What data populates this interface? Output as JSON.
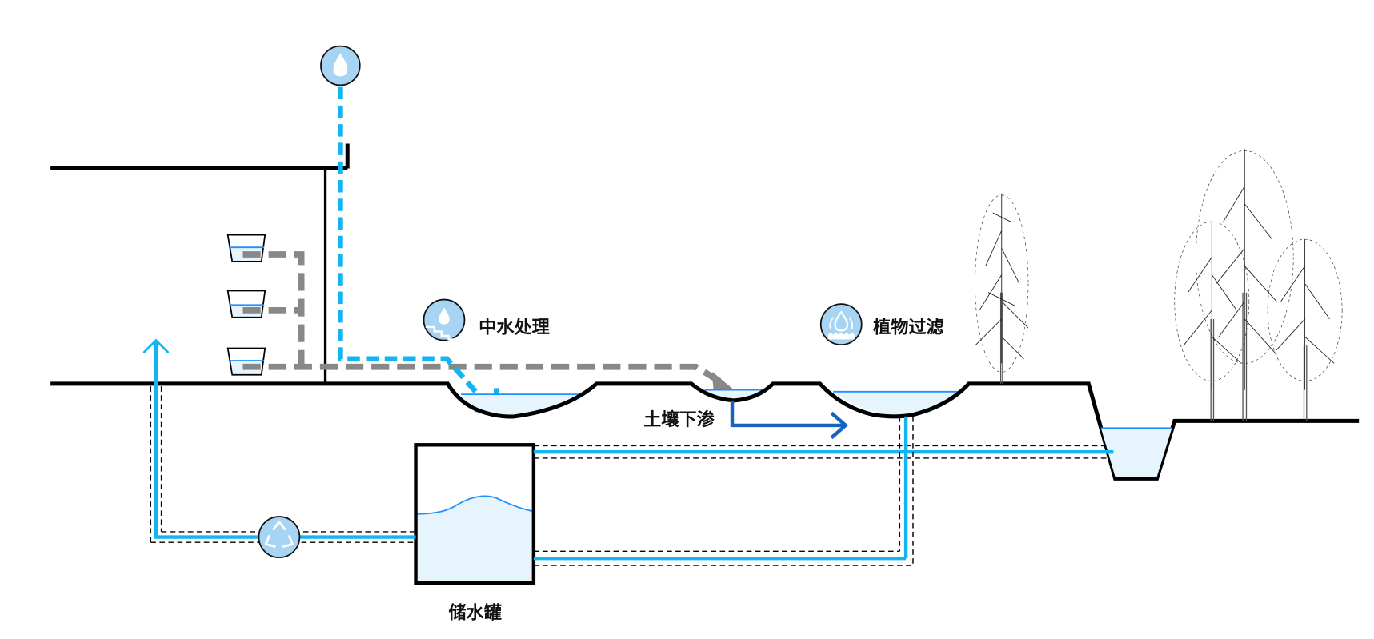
{
  "diagram": {
    "type": "rainwater-management-section",
    "labels": {
      "greywater_treatment": "中水处理",
      "plant_filtration": "植物过滤",
      "soil_infiltration": "土壤下渗",
      "storage_tank": "储水罐"
    },
    "icons": {
      "rain_source": "water-drop-icon",
      "greywater": "water-drop-stairs-icon",
      "plant_filter": "water-drops-waves-icon",
      "recycle": "recycle-icon"
    },
    "colors": {
      "rain_flow": "#12b5f0",
      "greywater_flow": "#888888",
      "infiltration_flow": "#1565c0",
      "water_fill": "#e6f4fd",
      "water_surface": "#1e90ff",
      "badge": "#a8d4f4",
      "ground": "#000000"
    },
    "elements": {
      "building": "building-section",
      "basins": 3,
      "bioswales": [
        "rain-garden-1",
        "rain-garden-2",
        "rain-garden-3"
      ],
      "retention_pond": "detention-pond",
      "trees": 4
    }
  }
}
